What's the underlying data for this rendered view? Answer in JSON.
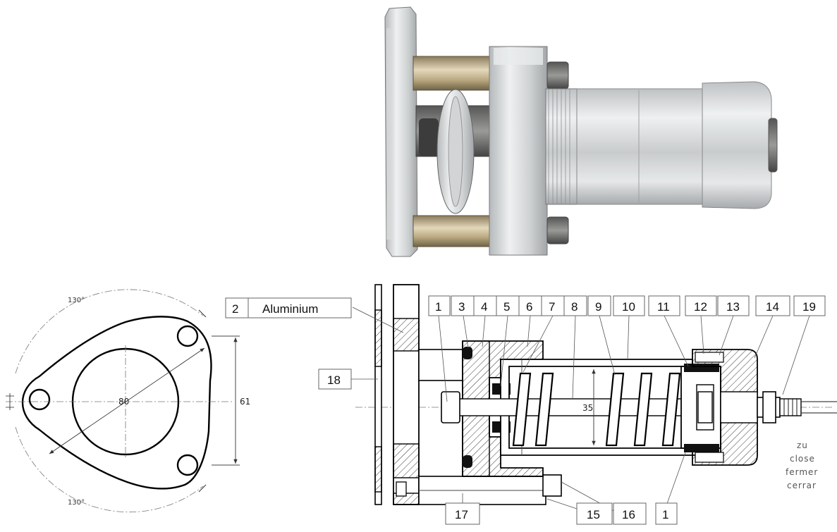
{
  "flange": {
    "angle_top": "130°",
    "angle_bottom": "130°",
    "diameter": "80",
    "height": "61"
  },
  "section": {
    "material_number": "2",
    "material": "Aluminium",
    "callouts_top": [
      "1",
      "3",
      "4",
      "5",
      "6",
      "7",
      "8",
      "9",
      "10",
      "11",
      "12",
      "13",
      "14",
      "19"
    ],
    "callout_left": "18",
    "callouts_bottom": [
      "17",
      "15",
      "16",
      "1"
    ],
    "bore_dimension": "35"
  },
  "note": {
    "lines": [
      "zu",
      "close",
      "fermer",
      "cerrar"
    ]
  }
}
